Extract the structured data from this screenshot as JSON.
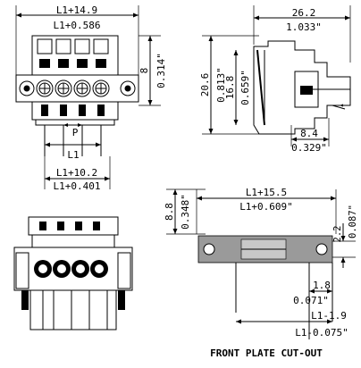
{
  "dimensions": {
    "top_width_mm": "L1+14.9",
    "top_width_in": "L1+0.586",
    "height_mm": "8",
    "height_in": "0.314\"",
    "pitch": "P",
    "l1": "L1",
    "bottom_width_mm": "L1+10.2",
    "bottom_width_in": "L1+0.401",
    "side_width_mm": "26.2",
    "side_width_in": "1.033\"",
    "side_height_mm": "20.6",
    "side_height_in": "0.813\"",
    "inner_height_mm": "16.8",
    "inner_height_in": "0.659\"",
    "pin_offset_mm": "8.4",
    "pin_offset_in": "0.329\"",
    "cutout_width_mm": "L1+15.5",
    "cutout_width_in": "L1+0.609\"",
    "cutout_height_mm": "8.8",
    "cutout_height_in": "0.348\"",
    "cutout_small_mm": "2.2",
    "cutout_small_in": "0.087\"",
    "cutout_offset_mm": "1.8",
    "cutout_offset_in": "0.071\"",
    "cutout_length_mm": "L1-1.9",
    "cutout_length_in": "L1-0.075\""
  },
  "caption": "FRONT PLATE CUT-OUT"
}
